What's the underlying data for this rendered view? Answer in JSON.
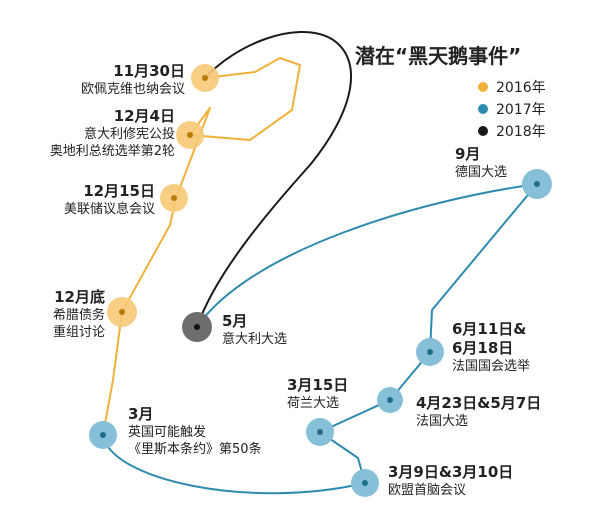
{
  "title": "潜在“黑天鹅事件”",
  "colors": {
    "y2016": "#f0b13a",
    "y2017": "#2e8bb0",
    "y2018": "#1a1a1a"
  },
  "legend": [
    {
      "label": "2016年",
      "color": "#f0b13a"
    },
    {
      "label": "2017年",
      "color": "#2e8bb0"
    },
    {
      "label": "2018年",
      "color": "#1a1a1a"
    }
  ],
  "events": [
    {
      "id": "nov30",
      "year": "2016",
      "date": "11月30日",
      "lines": [
        "欧佩克维也纳会议"
      ]
    },
    {
      "id": "dec4",
      "year": "2016",
      "date": "12月4日",
      "lines": [
        "意大利修宪公投",
        "奥地利总统选举第2轮"
      ]
    },
    {
      "id": "dec15",
      "year": "2016",
      "date": "12月15日",
      "lines": [
        "美联储议息会议"
      ]
    },
    {
      "id": "dec-end",
      "year": "2016",
      "date": "12月底",
      "lines": [
        "希腊债务",
        "重组讨论"
      ]
    },
    {
      "id": "mar",
      "year": "2017",
      "date": "3月",
      "lines": [
        "英国可能触发",
        "《里斯本条约》第50条"
      ]
    },
    {
      "id": "mar9",
      "year": "2017",
      "date": "3月9日&3月10日",
      "lines": [
        "欧盟首脑会议"
      ]
    },
    {
      "id": "mar15",
      "year": "2017",
      "date": "3月15日",
      "lines": [
        "荷兰大选"
      ]
    },
    {
      "id": "apr23",
      "year": "2017",
      "date": "4月23日&5月7日",
      "lines": [
        "法国大选"
      ]
    },
    {
      "id": "jun11",
      "year": "2017",
      "date": "6月11日&",
      "lines": [
        "6月18日",
        "法国国会选举"
      ]
    },
    {
      "id": "sep",
      "year": "2017",
      "date": "9月",
      "lines": [
        "德国大选"
      ]
    },
    {
      "id": "may",
      "year": "2018",
      "date": "5月",
      "lines": [
        "意大利大选"
      ]
    }
  ]
}
